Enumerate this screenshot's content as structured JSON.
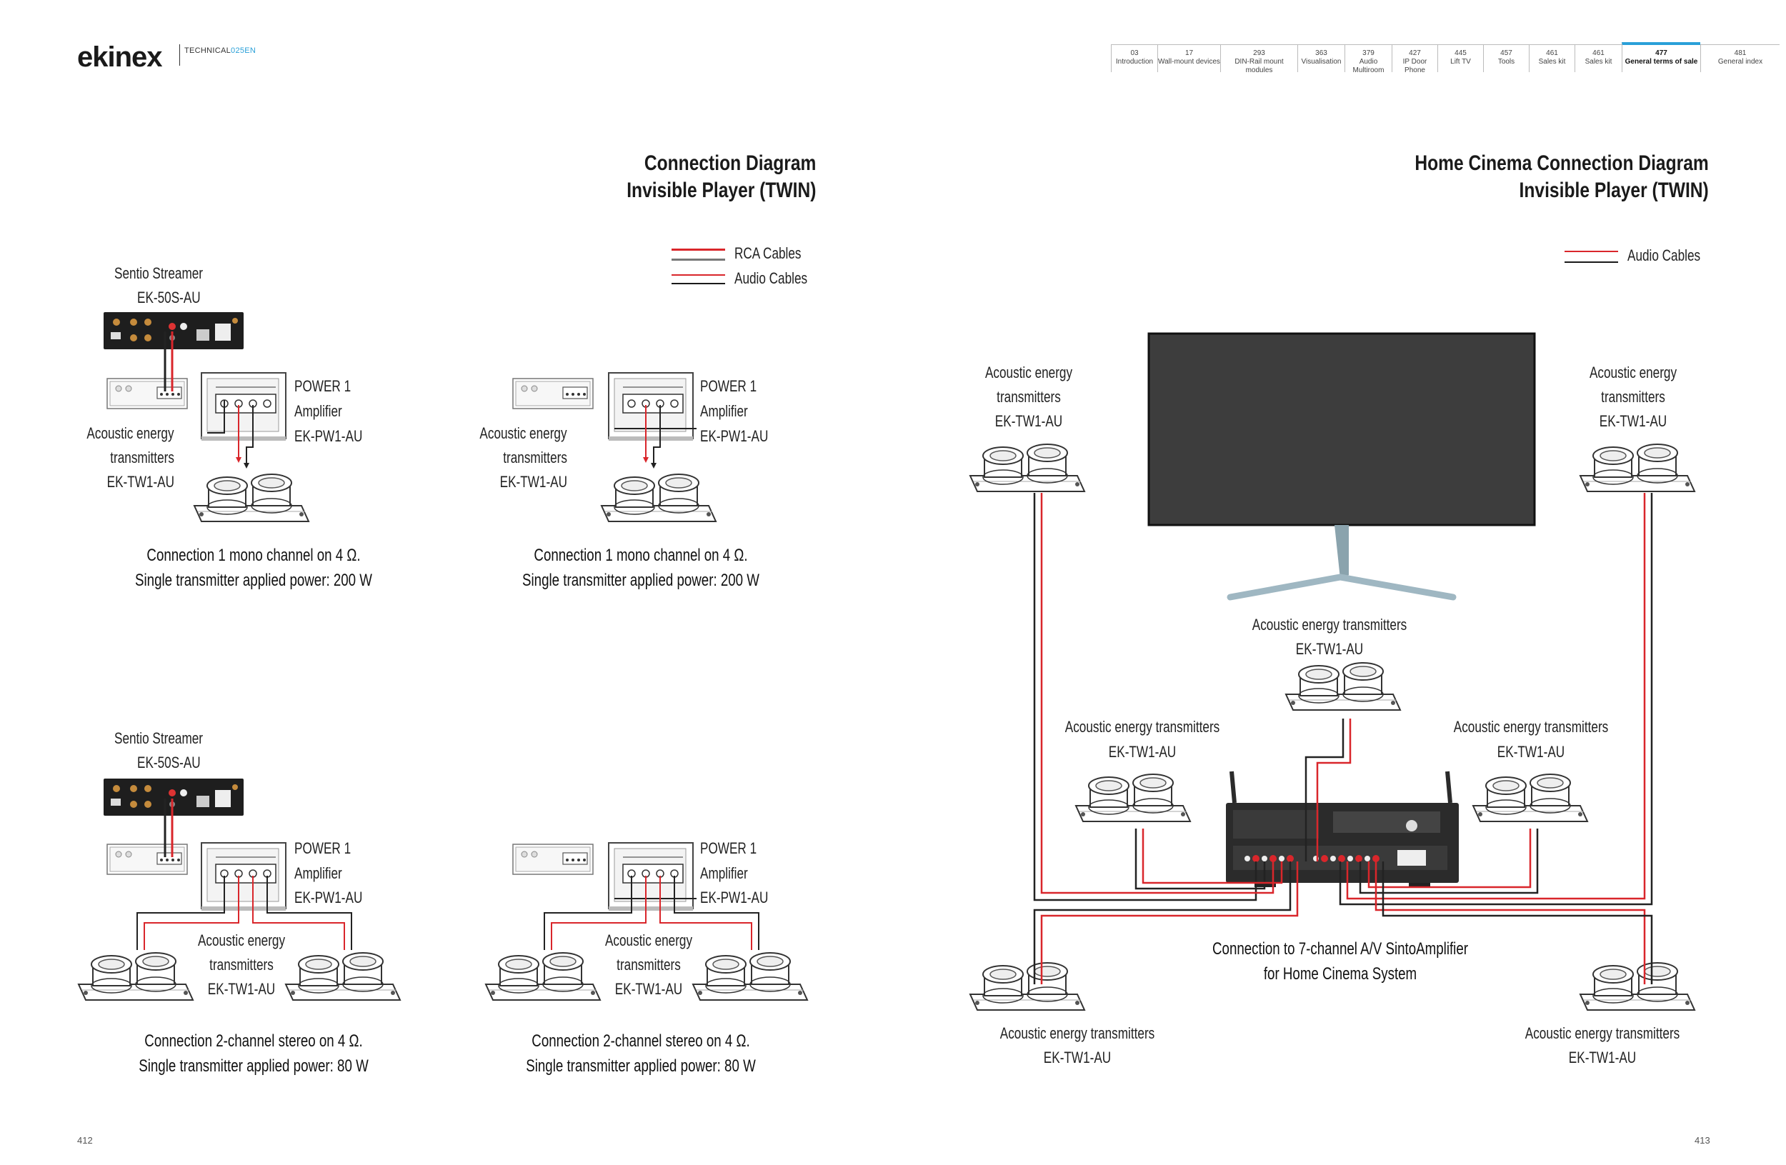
{
  "header": {
    "brand": "ekinex",
    "tag_prefix": "TECHNICAL",
    "tag_suffix": "025EN",
    "nav": [
      {
        "num": "03",
        "label": "Introduction"
      },
      {
        "num": "17",
        "label": "Wall-mount devices"
      },
      {
        "num": "293",
        "label": "DIN-Rail mount modules"
      },
      {
        "num": "363",
        "label": "Visualisation"
      },
      {
        "num": "379",
        "label": "Audio Multiroom"
      },
      {
        "num": "427",
        "label": "IP Door Phone"
      },
      {
        "num": "445",
        "label": "Lift TV"
      },
      {
        "num": "457",
        "label": "Tools"
      },
      {
        "num": "461",
        "label": "Sales kit"
      },
      {
        "num": "461",
        "label": "Sales kit"
      },
      {
        "num": "477",
        "label": "General terms of sale"
      },
      {
        "num": "481",
        "label": "General index"
      }
    ],
    "active_index": 10
  },
  "left": {
    "title_line1": "Connection Diagram",
    "title_line2": "Invisible Player (TWIN)",
    "legend": {
      "rca": "RCA Cables",
      "audio": "Audio Cables"
    },
    "streamer_name": "Sentio Streamer",
    "streamer_code": "EK-50S-AU",
    "amp_name_1": "POWER 1",
    "amp_name_2": "Amplifier",
    "amp_code": "EK-PW1-AU",
    "tw_line1": "Acoustic energy",
    "tw_line2": "transmitters",
    "tw_code": "EK-TW1-AU",
    "mono_caption_1": "Connection 1 mono channel on 4 Ω.",
    "mono_caption_2": "Single transmitter applied power: 200 W",
    "stereo_caption_1": "Connection 2-channel stereo on 4 Ω.",
    "stereo_caption_2": "Single transmitter applied power: 80 W",
    "page_number": "412"
  },
  "right": {
    "title_line1": "Home Cinema Connection Diagram",
    "title_line2": "Invisible Player (TWIN)",
    "legend": {
      "audio": "Audio Cables"
    },
    "tw_line1": "Acoustic energy",
    "tw_line2": "transmitters",
    "tw_full": "Acoustic energy transmitters",
    "tw_code": "EK-TW1-AU",
    "caption_1": "Connection to 7-channel A/V SintoAmplifier",
    "caption_2": "for Home Cinema System",
    "page_number": "413"
  },
  "colors": {
    "accent": "#2aa0d8",
    "cable_red": "#d9262b",
    "cable_black": "#1a1a1a",
    "cable_grey": "#777777",
    "tv_screen": "#3d3d3d",
    "tv_stand": "#9fb7c2"
  }
}
